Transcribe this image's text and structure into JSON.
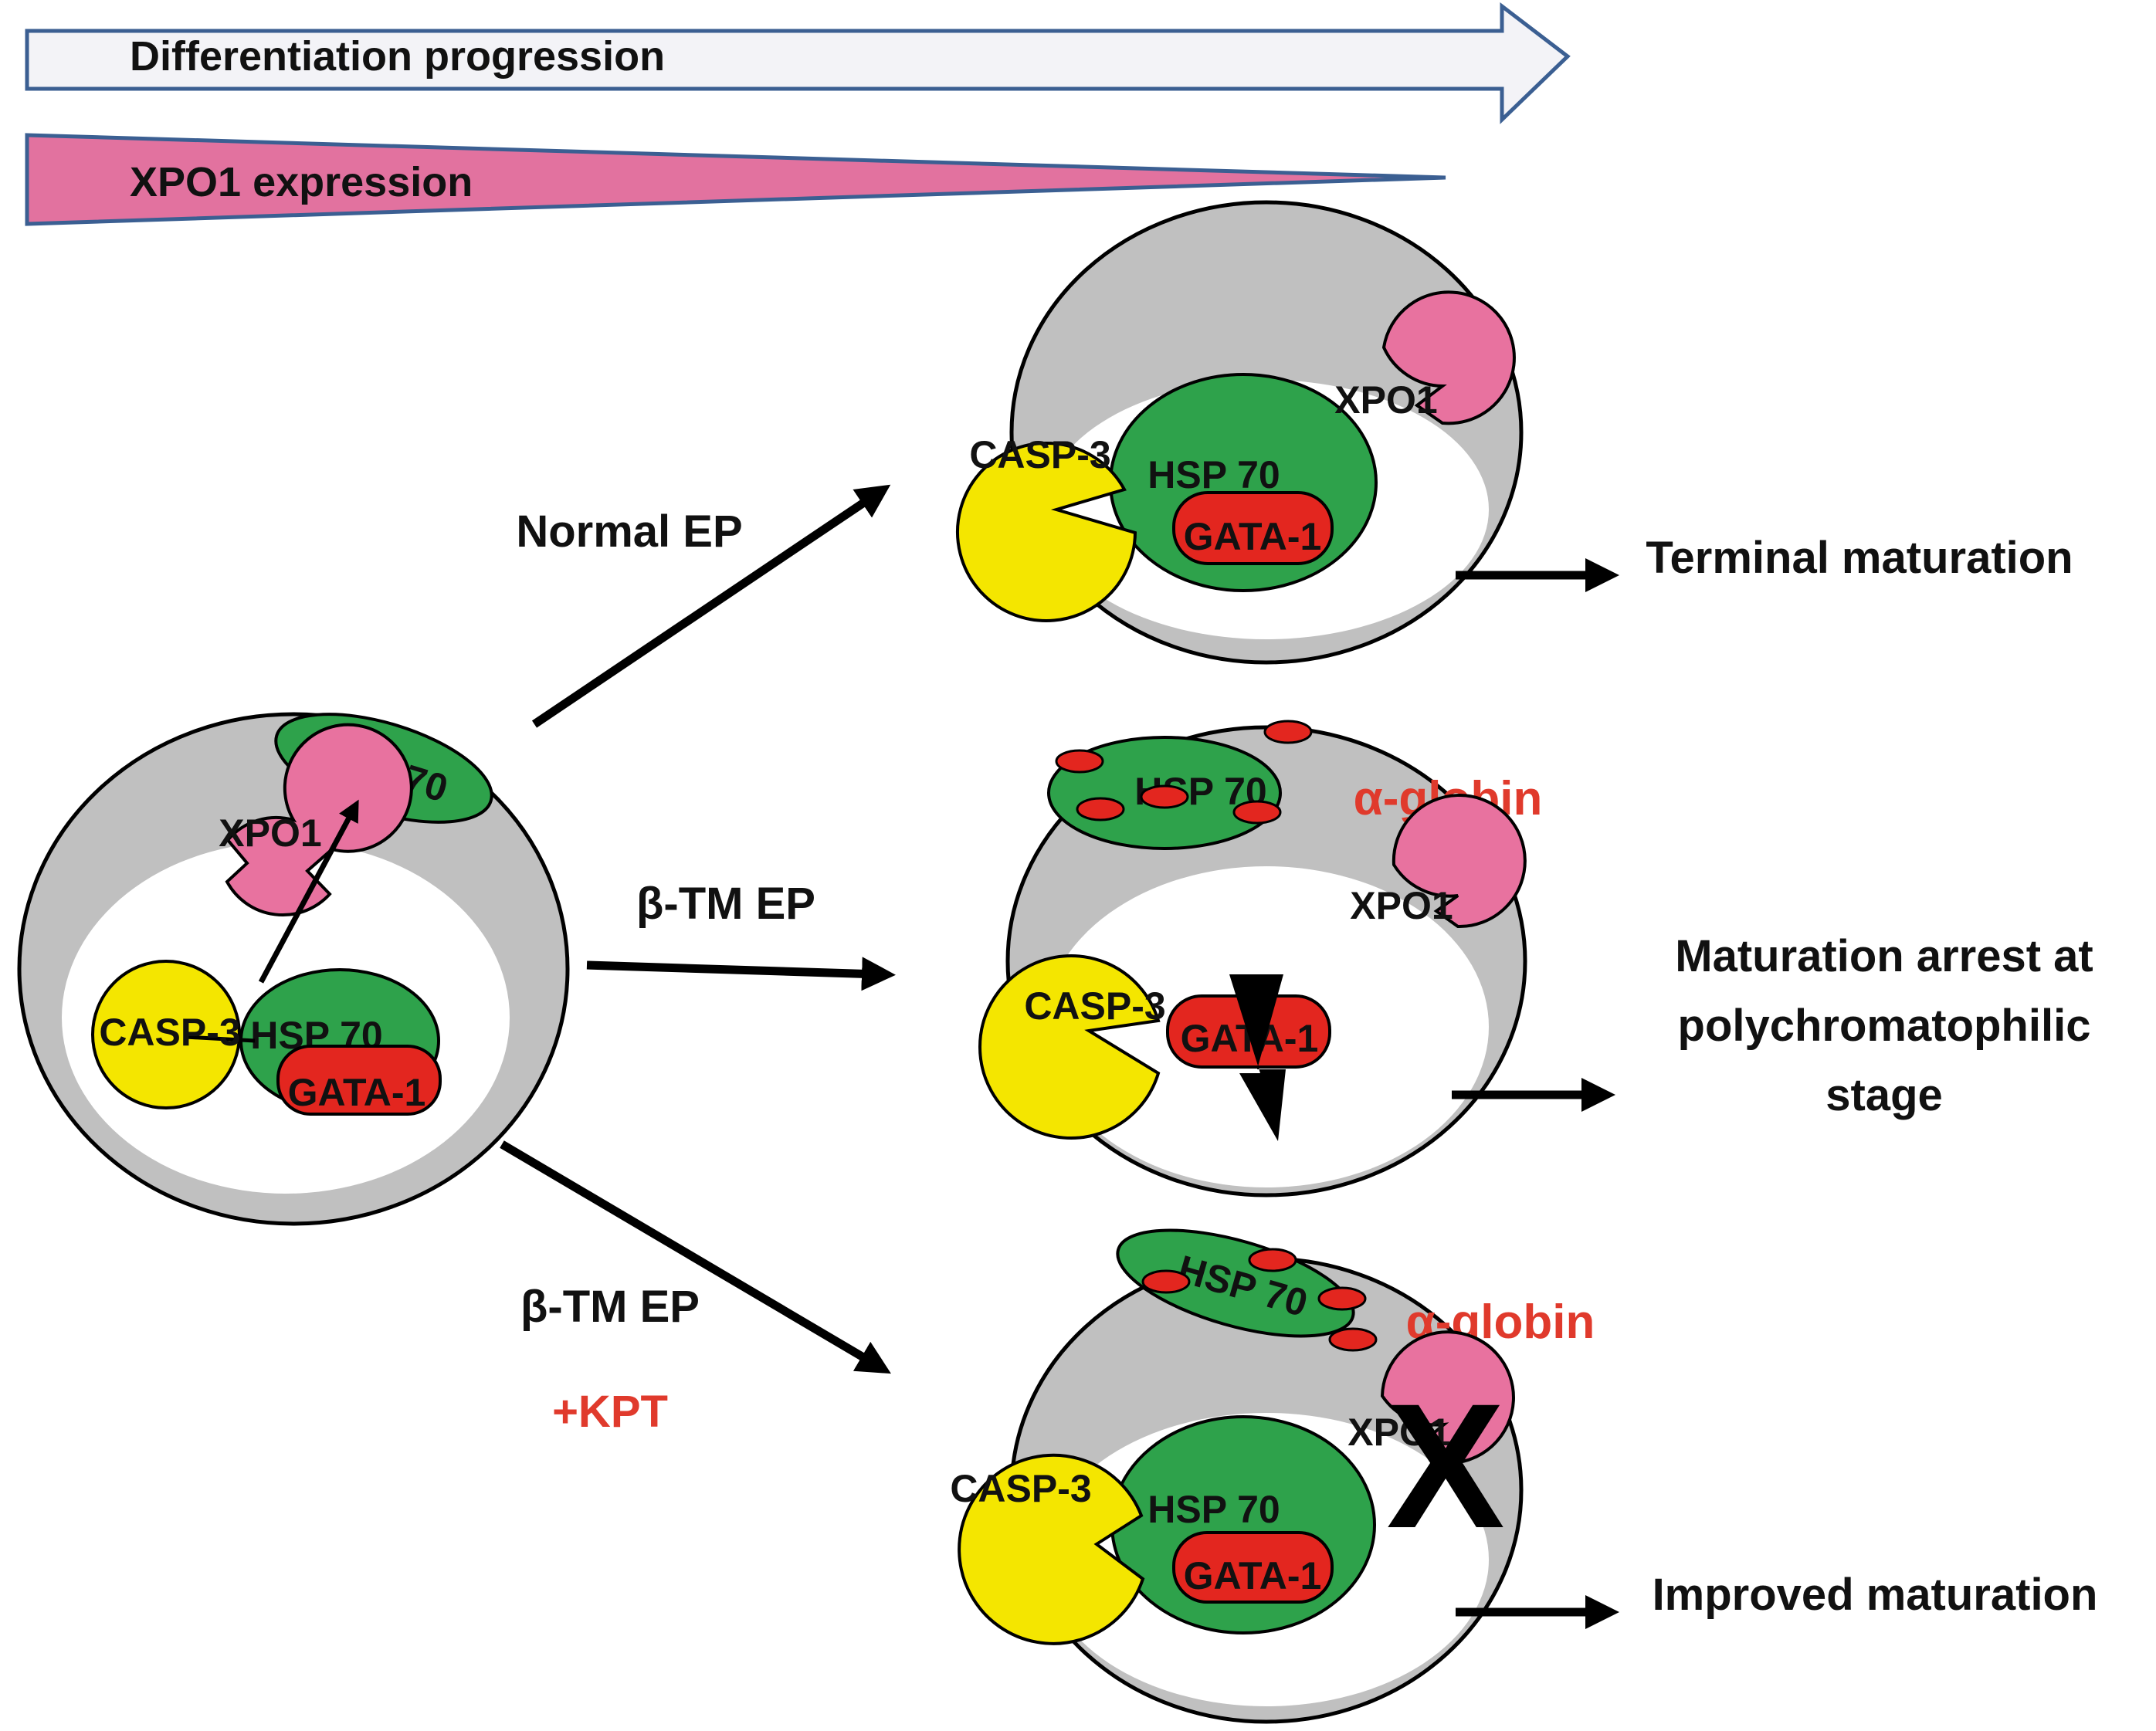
{
  "header": {
    "differentiation_label": "Differentiation progression",
    "xpo1_label": "XPO1 expression"
  },
  "source_cell": {
    "hsp70": "HSP 70",
    "xpo1": "XPO1",
    "casp3": "CASP-3",
    "hsp70_nuclear": "HSP 70",
    "gata1": "GATA-1"
  },
  "pathways": {
    "normal": {
      "arrow_label": "Normal EP",
      "xpo1": "XPO1",
      "casp3": "CASP-3",
      "hsp70": "HSP 70",
      "gata1": "GATA-1",
      "outcome": "Terminal maturation"
    },
    "btm": {
      "arrow_label": "β-TM EP",
      "hsp70": "HSP 70",
      "globin": "α-globin",
      "xpo1": "XPO1",
      "casp3": "CASP-3",
      "gata1": "GATA-1",
      "outcome_line1": "Maturation arrest at",
      "outcome_line2": "polychromatophilic",
      "outcome_line3": "stage"
    },
    "kpt": {
      "arrow_label": "β-TM EP",
      "treatment": "+KPT",
      "hsp70": "HSP 70",
      "globin": "α-globin",
      "xpo1": "XPO1",
      "block_mark": "X",
      "casp3": "CASP-3",
      "hsp70_nuclear": "HSP 70",
      "gata1": "GATA-1",
      "outcome": "Improved maturation"
    }
  },
  "colors": {
    "hsp70": "#2ea24b",
    "xpo1": "#e8729f",
    "casp3": "#f4e600",
    "gata1": "#e3261f",
    "cytoplasm": "#c0c0c0",
    "highlight_text": "#e03a2c"
  }
}
